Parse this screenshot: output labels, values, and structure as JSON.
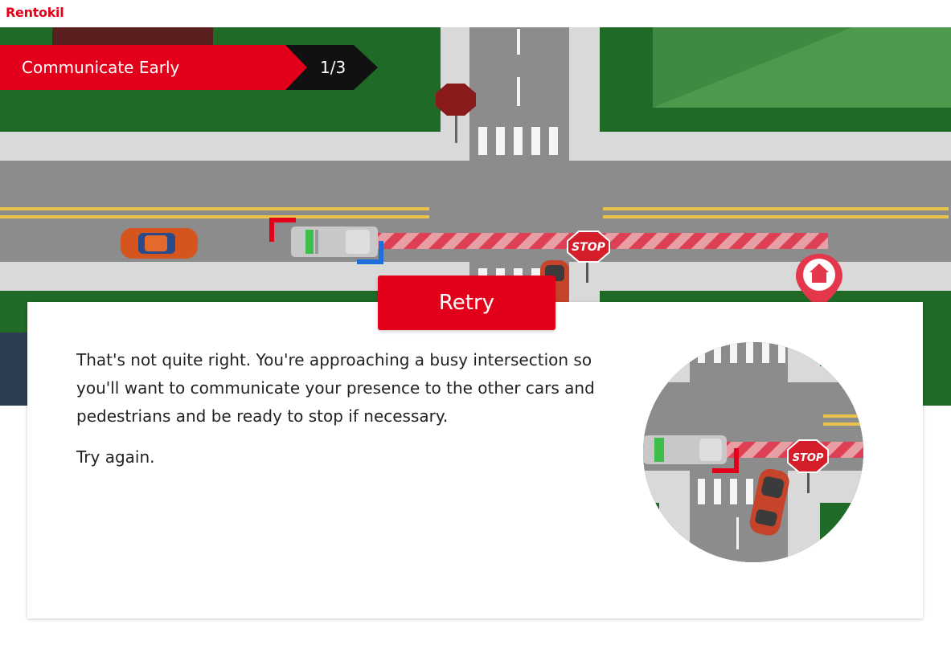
{
  "header": {
    "logo_text": "Rentokil"
  },
  "banner": {
    "title": "Communicate Early",
    "progress": "1/3"
  },
  "scene": {
    "stop_sign_label": "STOP"
  },
  "feedback": {
    "retry_label": "Retry",
    "message": "That's not quite right. You're approaching a busy intersection so you'll want to communicate your presence to the other cars and pedestrians and be ready to stop if necessary.",
    "prompt": "Try again.",
    "thumbnail_stop_label": "STOP"
  },
  "colors": {
    "brand_red": "#e2001a",
    "banner_black": "#111111",
    "grass": "#1f6a27",
    "road": "#8c8c8c",
    "sidewalk": "#d9d9d9",
    "lane_yellow": "#e8c24a"
  },
  "icons": {
    "location_pin": "home-location-pin-icon",
    "stop_sign": "stop-sign-icon"
  }
}
